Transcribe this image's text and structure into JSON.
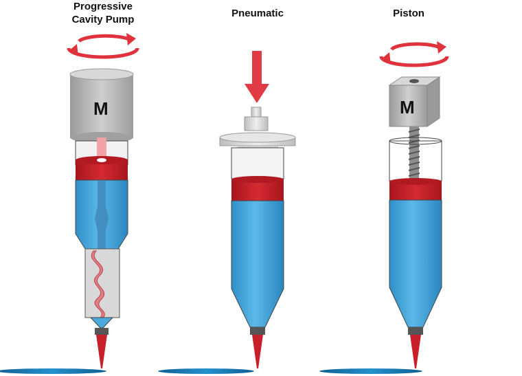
{
  "titles": {
    "progressive_line1": "Progressive",
    "progressive_line2": "Cavity Pump",
    "pneumatic": "Pneumatic",
    "piston": "Piston"
  },
  "motor_label_1": "M",
  "motor_label_2": "M",
  "colors": {
    "fluid": "#4aa8dc",
    "plunger_red": "#c8202a",
    "arrow_red": "#e03a44",
    "motor_gray": "#b5b5b5",
    "surface_blue": "#1e7fb8"
  }
}
